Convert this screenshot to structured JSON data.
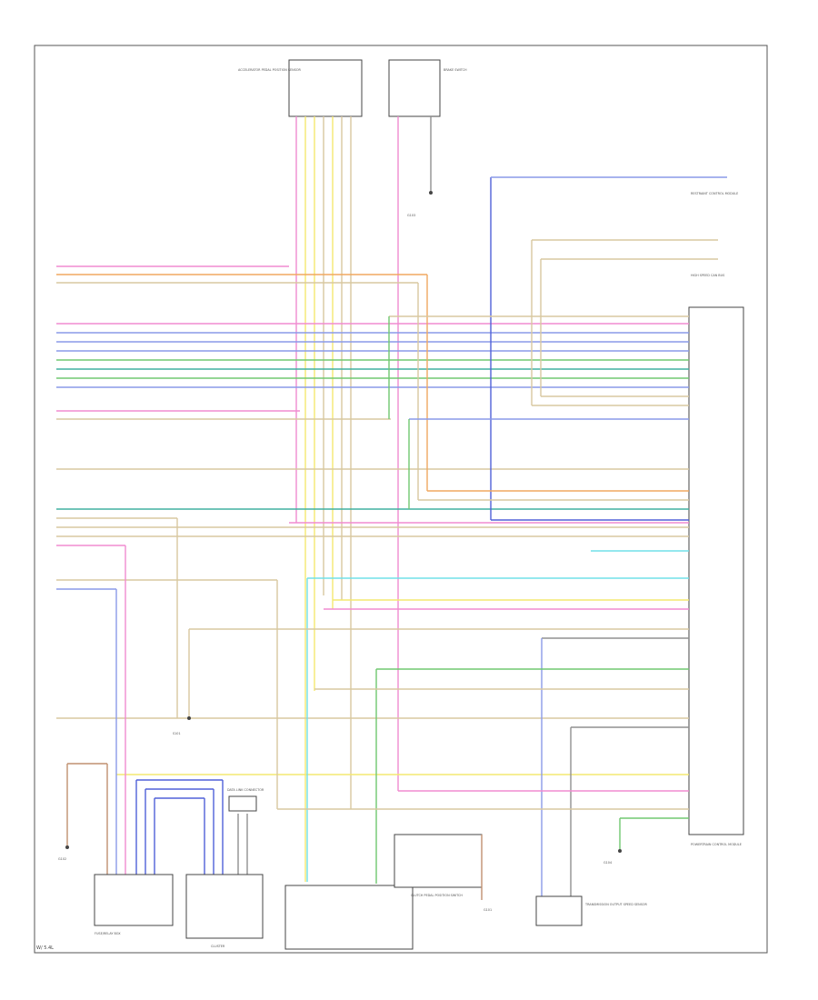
{
  "diagram": {
    "footer_code": "W/ 5.4L",
    "colors": {
      "pink": "#f08bd0",
      "orange": "#f0a860",
      "tan": "#d8c8a0",
      "yellow": "#f4e870",
      "blue": "#8a9ae8",
      "darkblue": "#5060d8",
      "green": "#70c870",
      "teal": "#40b0a0",
      "cyan": "#70e0e8",
      "gray": "#909090",
      "brown": "#c09070",
      "purple": "#b080d0"
    },
    "components": {
      "top_left_connector": "ACCELERATOR PEDAL POSITION SENSOR",
      "top_mid_connector": "BRAKE SWITCH",
      "top_mid_ground": "G103",
      "right_module": "POWERTRAIN CONTROL MODULE",
      "right_upper_label": "RESTRAINT CONTROL MODULE",
      "bottom_left_ground": "G102",
      "bottom_fuse_box": "FUSE/RELAY BOX",
      "bottom_clusters": "CLUSTER",
      "bottom_mid_switch": "CLUTCH PEDAL POSITION SWITCH",
      "bottom_mid_ground": "G101",
      "bottom_right_sensor": "TRANSMISSION OUTPUT SPEED SENSOR",
      "center_splice": "S101",
      "mid_left_label": "DATA LINK CONNECTOR",
      "right_ground": "G104",
      "mid_right_label": "HIGH SPEED CAN BUS"
    }
  }
}
